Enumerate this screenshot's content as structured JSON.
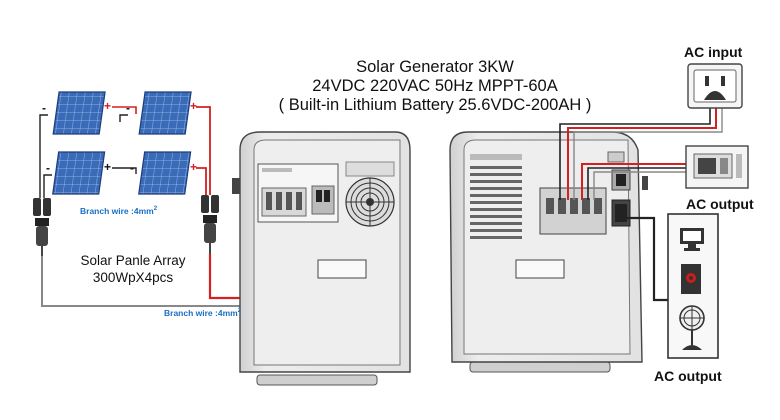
{
  "title": {
    "line1": "Solar Generator 3KW",
    "line2": "24VDC 220VAC 50Hz MPPT-60A",
    "line3": "( Built-in Lithium Battery  25.6VDC-200AH )"
  },
  "labels": {
    "ac_input": "AC input",
    "ac_output_top": "AC output",
    "ac_output_bottom": "AC output",
    "array_line1": "Solar Panle Array",
    "array_line2": "300WpX4pcs",
    "branch_wire_1": "Branch wire :4mm",
    "branch_wire_2": "Branch wire :4mm",
    "branch_wire_sup": "2"
  },
  "colors": {
    "positive_wire": "#d42020",
    "negative_wire": "#222222",
    "return_wire": "#888888",
    "panel_blue": "#3a6bb8",
    "cabinet": "#e6e6e6",
    "branch_text": "#1a6fc4"
  },
  "icons": [
    "solar-panel-icon",
    "mc4-connector-icon",
    "wall-socket-icon",
    "breaker-box-icon",
    "tv-icon",
    "speaker-icon",
    "fan-icon"
  ]
}
